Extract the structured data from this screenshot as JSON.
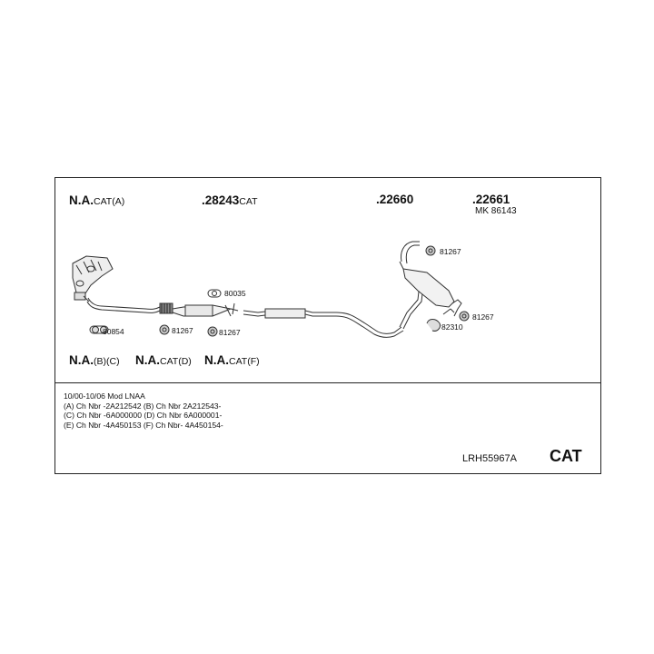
{
  "labels": {
    "na_a_bold": "N.A.",
    "na_a_suffix": "CAT(A)",
    "cat_28243_bold": ".28243",
    "cat_28243_suffix": "CAT",
    "pipe_22660": ".22660",
    "muffler_22661": ".22661",
    "mk_86143": "MK  86143",
    "na_bc": "N.A.",
    "na_bc_suffix": "(B)(C)",
    "na_d": "N.A.",
    "na_d_suffix": "CAT(D)",
    "na_f": "N.A.",
    "na_f_suffix": "CAT(F)"
  },
  "parts": {
    "p80854": "80854",
    "p81267_a": "81267",
    "p81267_b": "81267",
    "p80035": "80035",
    "p81267_c": "81267",
    "p81267_d": "81267",
    "p82310": "82310"
  },
  "chassis_info": [
    "10/00-10/06   Mod LNAA",
    "(A) Ch Nbr -2A212542 (B) Ch Nbr 2A212543-",
    "(C) Ch Nbr -6A000000 (D) Ch Nbr 6A000001-",
    "(E) Ch Nbr -4A450153 (F) Ch Nbr- 4A450154-"
  ],
  "reference": "LRH55967A",
  "category": "CAT"
}
